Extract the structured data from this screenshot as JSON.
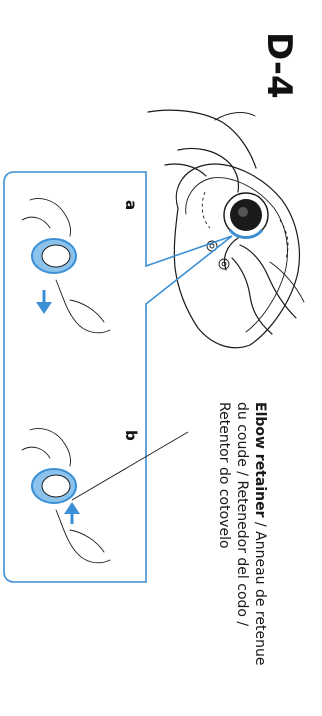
{
  "step_label": "D-4",
  "panel_a_label": "a",
  "panel_b_label": "b",
  "callout": {
    "line1_bold": "Elbow retainer",
    "line1_rest": " / Anneau de retenue",
    "line2": "du coude / Retenedor del codo /",
    "line3": "Retentor do cotovelo"
  },
  "colors": {
    "accent_blue": "#3b8fd4",
    "light_blue": "#8cc3ec",
    "line": "#1a1a1a"
  }
}
